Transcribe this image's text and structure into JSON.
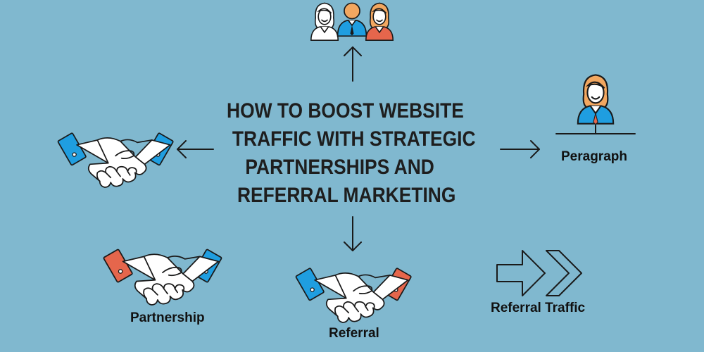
{
  "title": {
    "lines": [
      "HOW TO BOOST WEBSITE",
      "TRAFFIC WITH STRATEGIC",
      "PARTNERSHIPS AND",
      "REFERRAL MARKETING"
    ]
  },
  "labels": {
    "peragraph": "Peragraph",
    "partnership": "Partnership",
    "referral": "Referral",
    "referral_traffic": "Referral Traffic"
  },
  "colors": {
    "background": "#80b8cf",
    "blue_cuff": "#1f9ee0",
    "red_cuff": "#e5664c",
    "person_orange": "#f2a760",
    "person_blue": "#1f9ee0",
    "text": "#1e1e1e"
  },
  "icons": {
    "top": "people-group-icon",
    "right": "businesswoman-icon",
    "left": "handshake-icon",
    "bottom_left": "handshake-icon",
    "bottom_center": "handshake-icon",
    "bottom_right": "double-chevron-right-icon"
  }
}
